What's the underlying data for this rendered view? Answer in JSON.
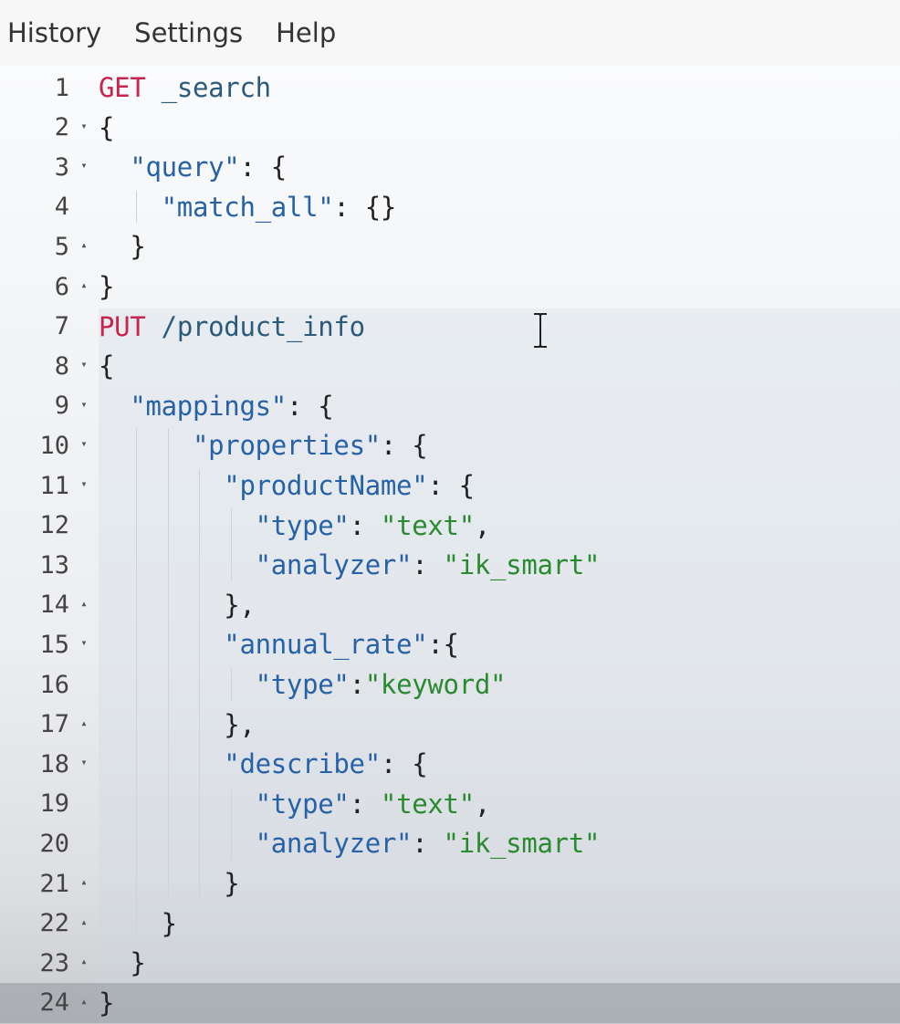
{
  "menu": {
    "items": [
      "History",
      "Settings",
      "Help"
    ]
  },
  "editor": {
    "lines": [
      {
        "num": "1",
        "fold": "",
        "tokens": [
          {
            "t": "GET",
            "c": "method"
          },
          {
            "t": " "
          },
          {
            "t": "_search",
            "c": "path"
          }
        ]
      },
      {
        "num": "2",
        "fold": "▾",
        "tokens": [
          {
            "t": "{",
            "c": "punc"
          }
        ]
      },
      {
        "num": "3",
        "fold": "▾",
        "tokens": [
          {
            "t": "  "
          },
          {
            "t": "\"query\"",
            "c": "key"
          },
          {
            "t": ": {",
            "c": "punc"
          }
        ]
      },
      {
        "num": "4",
        "fold": "",
        "tokens": [
          {
            "t": "    "
          },
          {
            "t": "\"match_all\"",
            "c": "key"
          },
          {
            "t": ": {}",
            "c": "punc"
          }
        ]
      },
      {
        "num": "5",
        "fold": "▴",
        "tokens": [
          {
            "t": "  }",
            "c": "punc"
          }
        ]
      },
      {
        "num": "6",
        "fold": "▴",
        "tokens": [
          {
            "t": "}",
            "c": "punc"
          }
        ]
      },
      {
        "num": "7",
        "fold": "",
        "tokens": [
          {
            "t": "PUT",
            "c": "method"
          },
          {
            "t": " "
          },
          {
            "t": "/product_info",
            "c": "path"
          }
        ]
      },
      {
        "num": "8",
        "fold": "▾",
        "tokens": [
          {
            "t": "{",
            "c": "punc"
          }
        ]
      },
      {
        "num": "9",
        "fold": "▾",
        "tokens": [
          {
            "t": "  "
          },
          {
            "t": "\"mappings\"",
            "c": "key"
          },
          {
            "t": ": {",
            "c": "punc"
          }
        ]
      },
      {
        "num": "10",
        "fold": "▾",
        "tokens": [
          {
            "t": "      "
          },
          {
            "t": "\"properties\"",
            "c": "key"
          },
          {
            "t": ": {",
            "c": "punc"
          }
        ]
      },
      {
        "num": "11",
        "fold": "▾",
        "tokens": [
          {
            "t": "        "
          },
          {
            "t": "\"productName\"",
            "c": "key"
          },
          {
            "t": ": {",
            "c": "punc"
          }
        ]
      },
      {
        "num": "12",
        "fold": "",
        "tokens": [
          {
            "t": "          "
          },
          {
            "t": "\"type\"",
            "c": "key"
          },
          {
            "t": ": ",
            "c": "punc"
          },
          {
            "t": "\"text\"",
            "c": "str"
          },
          {
            "t": ",",
            "c": "punc"
          }
        ]
      },
      {
        "num": "13",
        "fold": "",
        "tokens": [
          {
            "t": "          "
          },
          {
            "t": "\"analyzer\"",
            "c": "key"
          },
          {
            "t": ": ",
            "c": "punc"
          },
          {
            "t": "\"ik_smart\"",
            "c": "str"
          }
        ]
      },
      {
        "num": "14",
        "fold": "▴",
        "tokens": [
          {
            "t": "        },",
            "c": "punc"
          }
        ]
      },
      {
        "num": "15",
        "fold": "▾",
        "tokens": [
          {
            "t": "        "
          },
          {
            "t": "\"annual_rate\"",
            "c": "key"
          },
          {
            "t": ":{",
            "c": "punc"
          }
        ]
      },
      {
        "num": "16",
        "fold": "",
        "tokens": [
          {
            "t": "          "
          },
          {
            "t": "\"type\"",
            "c": "key"
          },
          {
            "t": ":",
            "c": "punc"
          },
          {
            "t": "\"keyword\"",
            "c": "str"
          }
        ]
      },
      {
        "num": "17",
        "fold": "▴",
        "tokens": [
          {
            "t": "        },",
            "c": "punc"
          }
        ]
      },
      {
        "num": "18",
        "fold": "▾",
        "tokens": [
          {
            "t": "        "
          },
          {
            "t": "\"describe\"",
            "c": "key"
          },
          {
            "t": ": {",
            "c": "punc"
          }
        ]
      },
      {
        "num": "19",
        "fold": "",
        "tokens": [
          {
            "t": "          "
          },
          {
            "t": "\"type\"",
            "c": "key"
          },
          {
            "t": ": ",
            "c": "punc"
          },
          {
            "t": "\"text\"",
            "c": "str"
          },
          {
            "t": ",",
            "c": "punc"
          }
        ]
      },
      {
        "num": "20",
        "fold": "",
        "tokens": [
          {
            "t": "          "
          },
          {
            "t": "\"analyzer\"",
            "c": "key"
          },
          {
            "t": ": ",
            "c": "punc"
          },
          {
            "t": "\"ik_smart\"",
            "c": "str"
          }
        ]
      },
      {
        "num": "21",
        "fold": "▴",
        "tokens": [
          {
            "t": "        }",
            "c": "punc"
          }
        ]
      },
      {
        "num": "22",
        "fold": "▴",
        "tokens": [
          {
            "t": "    }",
            "c": "punc"
          }
        ]
      },
      {
        "num": "23",
        "fold": "▴",
        "tokens": [
          {
            "t": "  }",
            "c": "punc"
          }
        ]
      },
      {
        "num": "24",
        "fold": "▴",
        "tokens": [
          {
            "t": "}",
            "c": "punc"
          }
        ]
      }
    ],
    "active_line": 24
  },
  "colors": {
    "method": "#c7254e",
    "path": "#2c5a7a",
    "key": "#2762a6",
    "string": "#2a8a2f"
  },
  "icons": {
    "fold_open": "triangle-down",
    "fold_close": "triangle-up",
    "text_cursor": "i-beam-cursor"
  }
}
